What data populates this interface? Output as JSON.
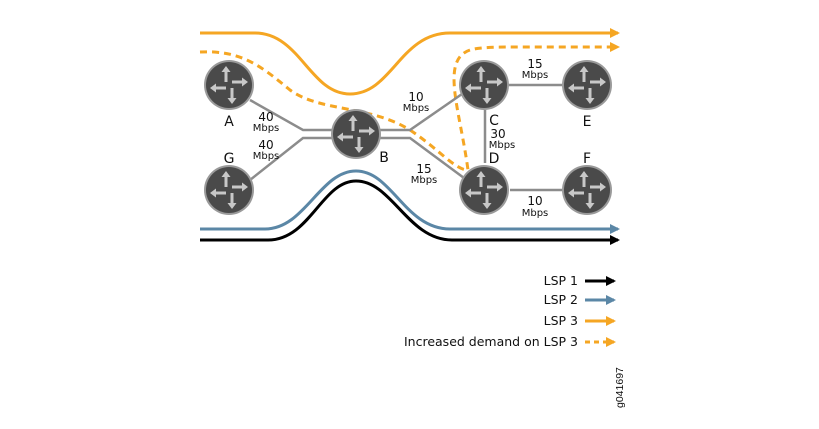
{
  "diagram": {
    "type": "mpls-lsp-network-diagram",
    "colors": {
      "lsp1": "#000000",
      "lsp2": "#5b87a6",
      "lsp3": "#f5a623",
      "link": "#8c8c8c",
      "router_fill": "#4a4a4a",
      "router_ring": "#9a9a9a",
      "router_arrows": "#c8c8c8"
    },
    "nodes": [
      {
        "id": "A",
        "label": "A"
      },
      {
        "id": "G",
        "label": "G"
      },
      {
        "id": "B",
        "label": "B"
      },
      {
        "id": "C",
        "label": "C"
      },
      {
        "id": "D",
        "label": "D"
      },
      {
        "id": "E",
        "label": "E"
      },
      {
        "id": "F",
        "label": "F"
      }
    ],
    "links": [
      {
        "from": "A",
        "to": "B",
        "bandwidth": "40",
        "unit": "Mbps"
      },
      {
        "from": "G",
        "to": "B",
        "bandwidth": "40",
        "unit": "Mbps"
      },
      {
        "from": "B",
        "to": "C",
        "bandwidth": "10",
        "unit": "Mbps"
      },
      {
        "from": "B",
        "to": "D",
        "bandwidth": "15",
        "unit": "Mbps"
      },
      {
        "from": "C",
        "to": "E",
        "bandwidth": "15",
        "unit": "Mbps"
      },
      {
        "from": "C",
        "to": "D",
        "bandwidth": "30",
        "unit": "Mbps"
      },
      {
        "from": "D",
        "to": "F",
        "bandwidth": "10",
        "unit": "Mbps"
      }
    ],
    "legend": [
      {
        "key": "lsp1",
        "label": "LSP 1",
        "style": "solid"
      },
      {
        "key": "lsp2",
        "label": "LSP 2",
        "style": "solid"
      },
      {
        "key": "lsp3",
        "label": "LSP 3",
        "style": "solid"
      },
      {
        "key": "lsp3_increase",
        "label": "Increased demand on LSP 3",
        "style": "dashed"
      }
    ],
    "figure_id": "g041697"
  }
}
